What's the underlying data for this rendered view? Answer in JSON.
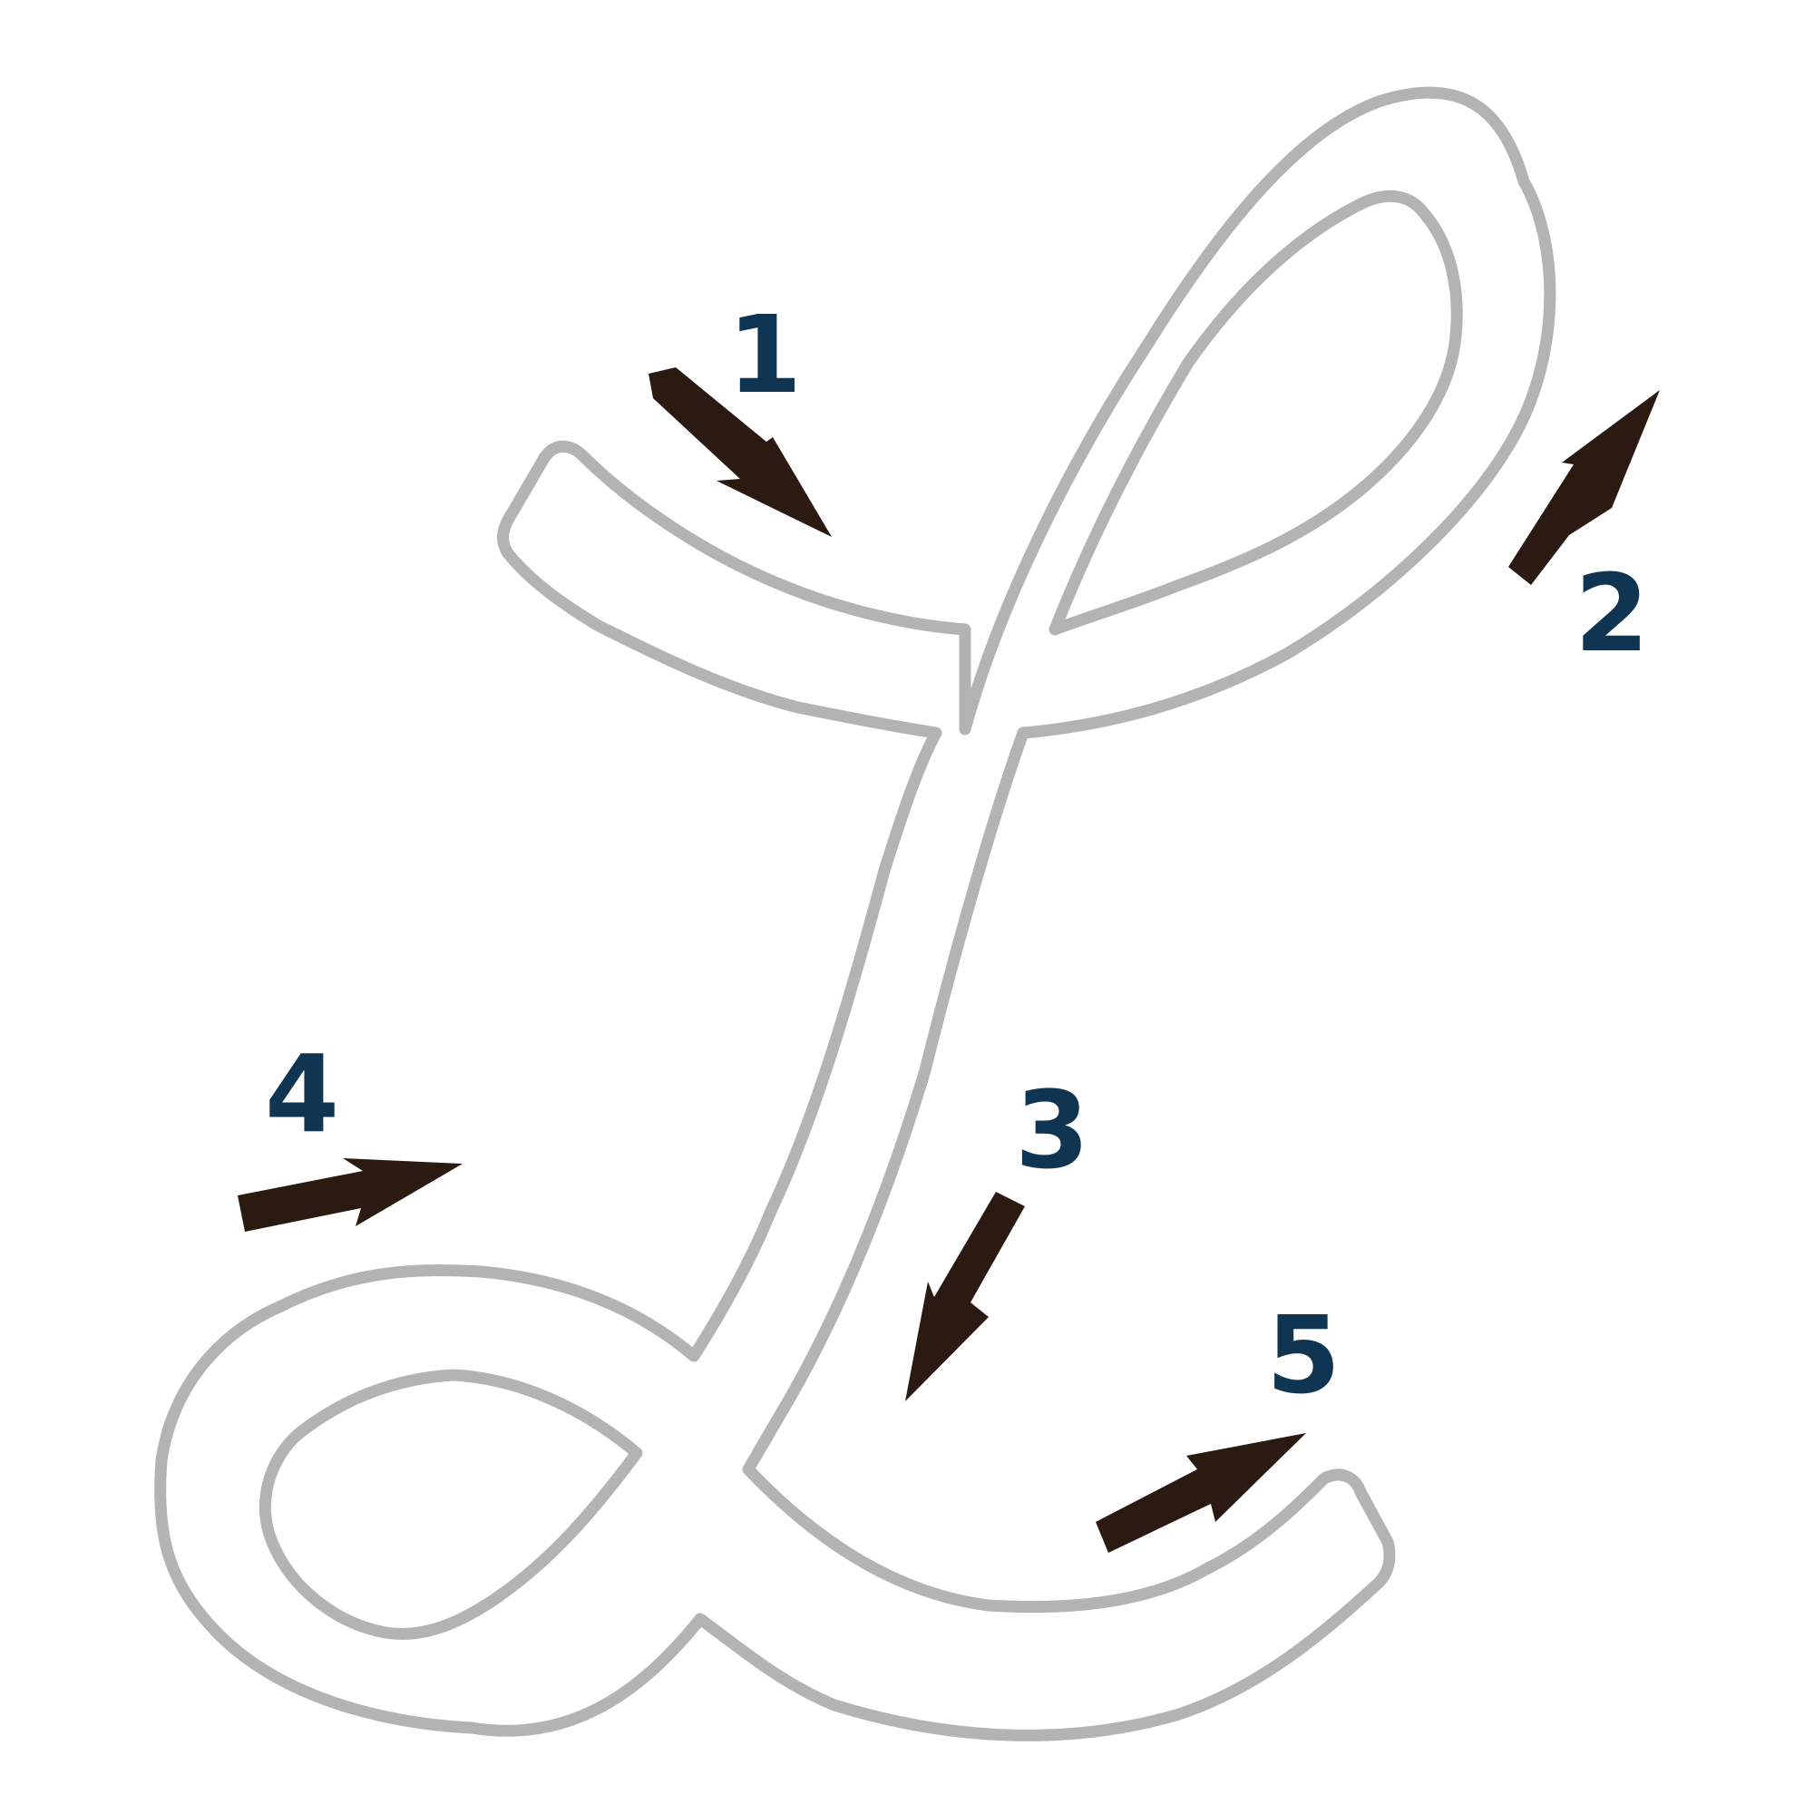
{
  "colors": {
    "background": "#ffffff",
    "letter_outline": "#b3b3b3",
    "arrow": "#2b1a12",
    "step_number": "#0f3552"
  },
  "letter": "L",
  "steps": [
    {
      "number": "1",
      "direction": "down-right",
      "icon": "arrow-down-right-icon"
    },
    {
      "number": "2",
      "direction": "up-right",
      "icon": "arrow-up-right-icon"
    },
    {
      "number": "3",
      "direction": "down-left",
      "icon": "arrow-down-left-icon"
    },
    {
      "number": "4",
      "direction": "right",
      "icon": "arrow-right-icon"
    },
    {
      "number": "5",
      "direction": "up-right",
      "icon": "arrow-up-right-icon"
    }
  ]
}
